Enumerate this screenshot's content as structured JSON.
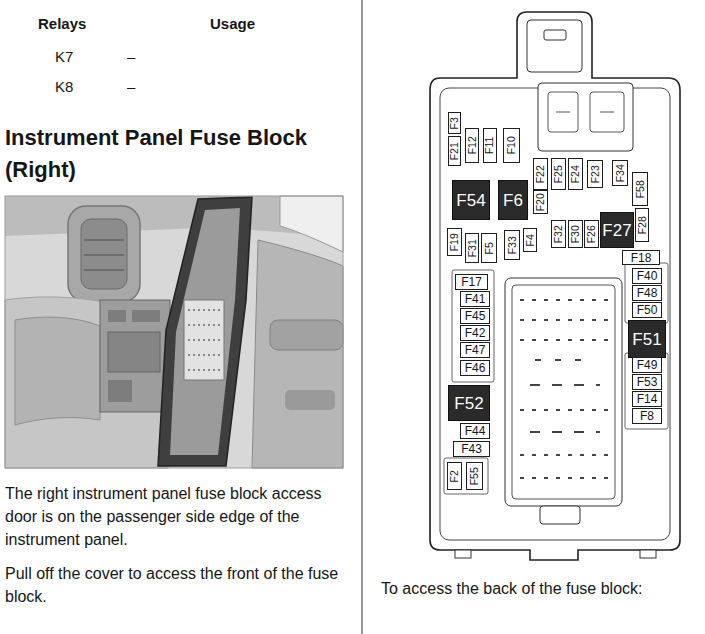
{
  "diagram": {
    "title": "Instrument Panel Fuse Block (Right)",
    "caption": "To access the back of the fuse block:",
    "nodes": [
      {
        "text": [
          "F3"
        ]
      },
      {
        "text": [
          "F21"
        ]
      },
      {
        "text": [
          "F12"
        ]
      },
      {
        "text": [
          "F11"
        ]
      },
      {
        "text": [
          "F10"
        ]
      },
      {
        "text": [
          "F54"
        ]
      },
      {
        "text": [
          "F6"
        ]
      },
      {
        "text": [
          "F22"
        ]
      },
      {
        "text": [
          "F25"
        ]
      },
      {
        "text": [
          "F24"
        ]
      },
      {
        "text": [
          "F23"
        ]
      },
      {
        "text": [
          "F34"
        ]
      },
      {
        "text": [
          "F58"
        ]
      },
      {
        "text": [
          "F20"
        ]
      },
      {
        "text": [
          "F27"
        ]
      },
      {
        "text": [
          "F28"
        ]
      },
      {
        "text": [
          "F19"
        ]
      },
      {
        "text": [
          "F31"
        ]
      },
      {
        "text": [
          "F5"
        ]
      },
      {
        "text": [
          "F33"
        ]
      },
      {
        "text": [
          "F4"
        ]
      },
      {
        "text": [
          "F32"
        ]
      },
      {
        "text": [
          "F30"
        ]
      },
      {
        "text": [
          "F26"
        ]
      },
      {
        "text": [
          "F18"
        ]
      },
      {
        "text": [
          "F17"
        ]
      },
      {
        "text": [
          "F40"
        ]
      },
      {
        "text": [
          "F41"
        ]
      },
      {
        "text": [
          "F48"
        ]
      },
      {
        "text": [
          "F45"
        ]
      },
      {
        "text": [
          "F50"
        ]
      },
      {
        "text": [
          "F42"
        ]
      },
      {
        "text": [
          "F51"
        ]
      },
      {
        "text": [
          "F47"
        ]
      },
      {
        "text": [
          "F49"
        ]
      },
      {
        "text": [
          "F46"
        ]
      },
      {
        "text": [
          "F53"
        ]
      },
      {
        "text": [
          "F52"
        ]
      },
      {
        "text": [
          "F14"
        ]
      },
      {
        "text": [
          "F8"
        ]
      },
      {
        "text": [
          "F44"
        ]
      },
      {
        "text": [
          "F43"
        ]
      },
      {
        "text": [
          "F2"
        ]
      },
      {
        "text": [
          "F55"
        ]
      }
    ],
    "labels": [
      "Relays",
      "Usage",
      "K7",
      "–",
      "K8",
      "–",
      "The right instrument panel fuse block access door is on the passenger side edge of the instrument panel.",
      "Pull off the cover to access the front of the fuse block."
    ]
  }
}
